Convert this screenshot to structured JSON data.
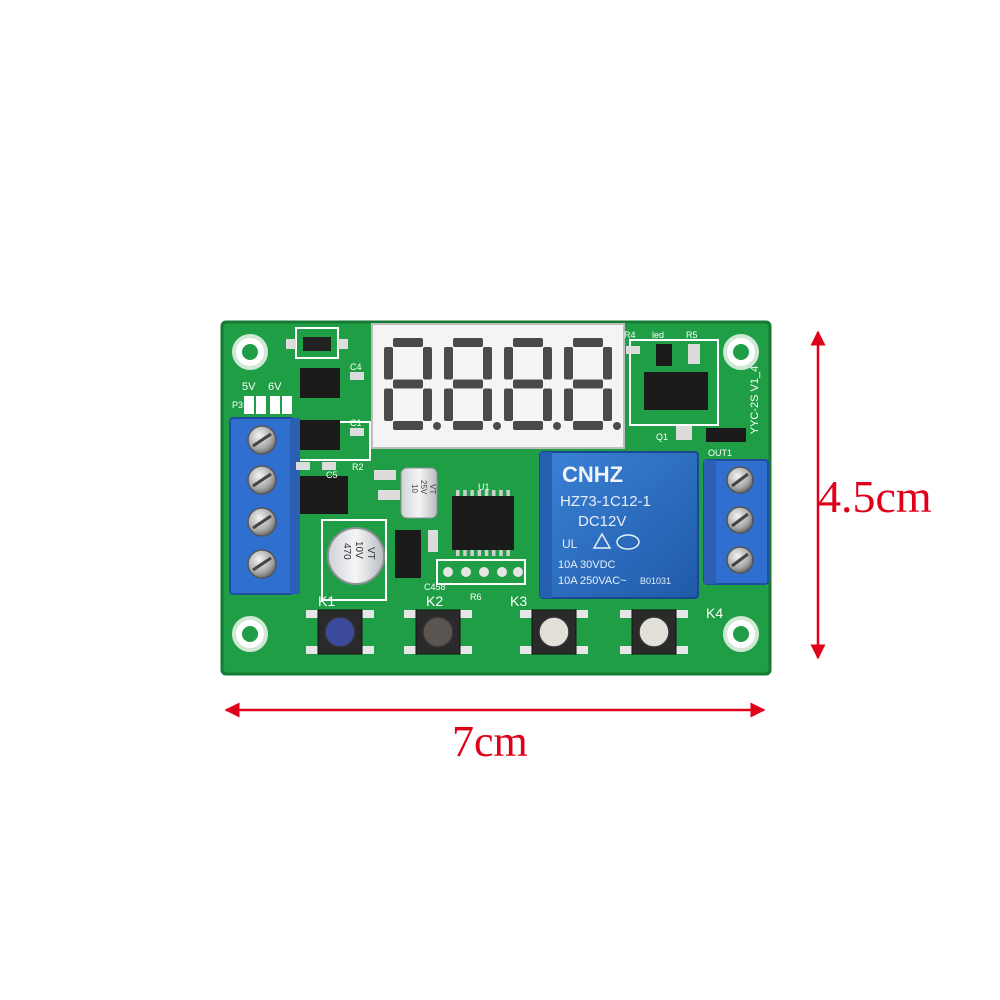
{
  "dimensions": {
    "height_label": "4.5cm",
    "width_label": "7cm",
    "line_color": "#e0001a"
  },
  "board": {
    "pcb_color": "#1f9e45",
    "version_text": "YYC-2S V1_4",
    "jumpers": {
      "left": "5V",
      "right": "6V"
    },
    "output_label": "OUT1",
    "buttons": [
      {
        "label": "K1",
        "cap_color": "#3b4a9a"
      },
      {
        "label": "K2",
        "cap_color": "#5a5550"
      },
      {
        "label": "K3",
        "cap_color": "#e3e0da"
      },
      {
        "label": "K4",
        "cap_color": "#e3e0da"
      }
    ],
    "display": {
      "digits": 4,
      "segment_color": "#4a4a4a"
    },
    "relay": {
      "brand": "CNHZ",
      "model": "HZ73-1C12-1",
      "coil": "DC12V",
      "rating_1": "10A 30VDC",
      "rating_2": "10A 250VAC~",
      "batch": "B01031",
      "body_color": "#2b6dbe"
    },
    "capacitor_large": {
      "line1": "470",
      "line2": "10V",
      "line3": "VT"
    },
    "capacitor_small": {
      "line1": "10",
      "line2": "25V",
      "line3": "VT"
    },
    "silkscreen": {
      "ic_label": "U1",
      "c4": "C4",
      "c5": "C5",
      "r2": "R2",
      "r4": "R4",
      "r5": "R5",
      "r6": "R6",
      "q1": "Q1",
      "led": "led",
      "p3": "P3",
      "c1": "C1",
      "c458": "C458"
    }
  }
}
